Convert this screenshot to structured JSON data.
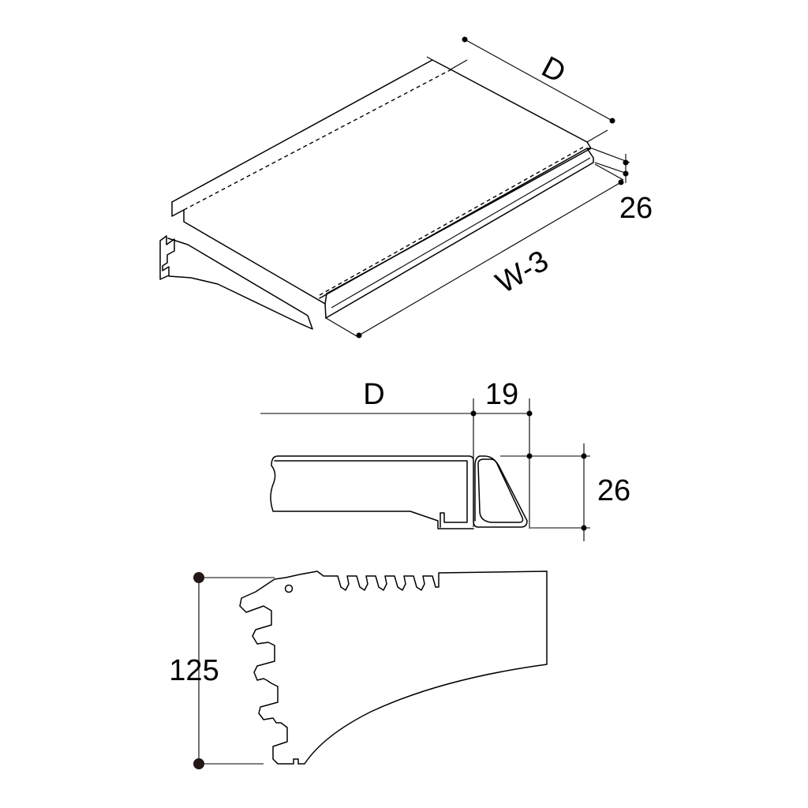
{
  "labels": {
    "top_depth": "D",
    "top_height": "26",
    "top_width": "W-3",
    "section_depth": "D",
    "section_lip": "19",
    "section_height": "26",
    "bracket_height": "125"
  }
}
